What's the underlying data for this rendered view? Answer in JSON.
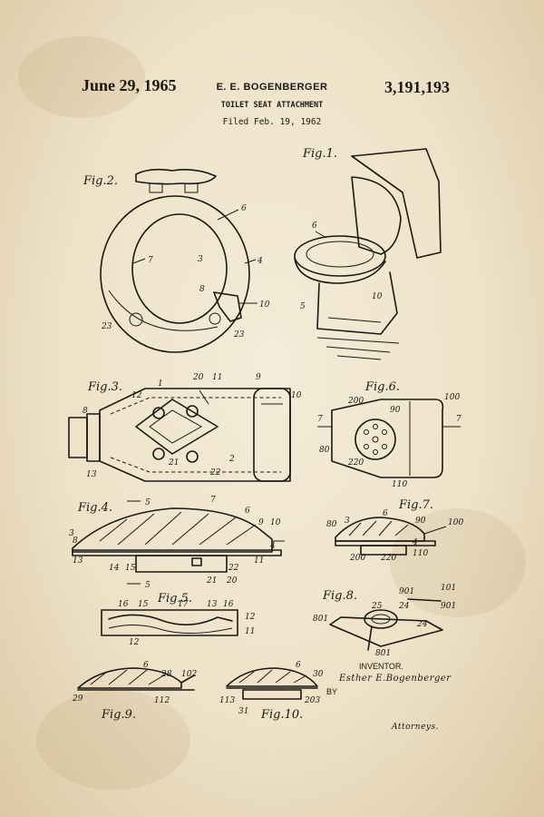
{
  "header": {
    "date": "June 29, 1965",
    "inventor_name": "E. E. BOGENBERGER",
    "title": "TOILET SEAT ATTACHMENT",
    "filed": "Filed Feb. 19, 1962",
    "patent_number": "3,191,193"
  },
  "figures": {
    "fig1": "Fig.1.",
    "fig2": "Fig.2.",
    "fig3": "Fig.3.",
    "fig4": "Fig.4.",
    "fig5": "Fig.5.",
    "fig6": "Fig.6.",
    "fig7": "Fig.7.",
    "fig8": "Fig.8.",
    "fig9": "Fig.9.",
    "fig10": "Fig.10."
  },
  "signature": {
    "inventor_label": "INVENTOR.",
    "inventor_signature": "Esther E.Bogenberger",
    "by": "BY",
    "attorneys": "Attorneys."
  },
  "colors": {
    "paper": "#efe4cd",
    "ink": "#1c1812"
  }
}
